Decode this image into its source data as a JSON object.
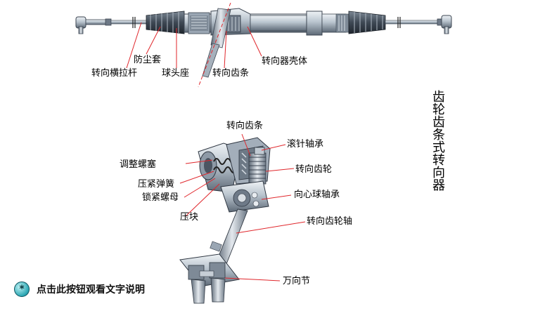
{
  "title": "齿轮齿条式转向器",
  "help_icon_glyph": "*",
  "help_text": "点击此按钮观看文字说明",
  "top_labels": {
    "tie_rod": "转向横拉杆",
    "dust_boot": "防尘套",
    "ball_seat": "球头座",
    "rack": "转向齿条",
    "housing": "转向器壳体"
  },
  "bottom_labels": {
    "rack": "转向齿条",
    "adjust_plug": "调整螺塞",
    "needle_bearing": "滚针轴承",
    "pinion": "转向齿轮",
    "spring": "压紧弹簧",
    "lock_nut": "锁紧螺母",
    "ball_bearing": "向心球轴承",
    "pressure_block": "压块",
    "pinion_shaft": "转向齿轮轴",
    "universal_joint": "万向节"
  },
  "colors": {
    "metal_light": "#c9d3dc",
    "metal_mid": "#8f9caa",
    "metal_dark": "#4a5563",
    "leader": "#e0262b"
  }
}
